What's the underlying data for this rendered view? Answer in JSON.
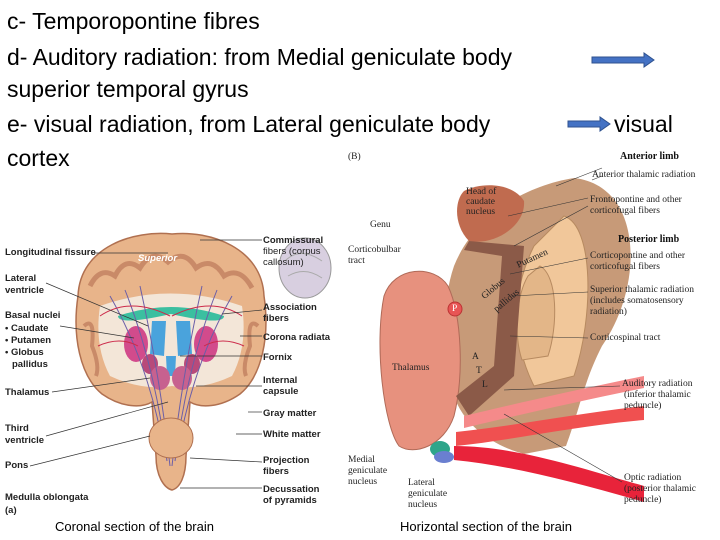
{
  "slide": {
    "lines": [
      "c- Temporopontine fibres",
      "d- Auditory radiation: from Medial geniculate body",
      "superior temporal gyrus",
      "e- visual radiation, from Lateral geniculate body",
      "cortex"
    ],
    "visual_word": "visual",
    "arrow_color": "#4472C4"
  },
  "coronal": {
    "left_labels": [
      "Longitudinal fissure",
      "Lateral",
      "ventricle",
      "Basal nuclei",
      "• Caudate",
      "• Putamen",
      "• Globus",
      "pallidus",
      "Thalamus",
      "Third",
      "ventricle",
      "Pons",
      "Medulla oblongata",
      "(a)"
    ],
    "superior": "Superior",
    "right_labels": [
      "Commissural",
      "fibers (corpus",
      "callosum)",
      "Association",
      "fibers",
      "Corona radiata",
      "Fornix",
      "Internal",
      "capsule",
      "Gray matter",
      "White matter",
      "Projection",
      "fibers",
      "Decussation",
      "of pyramids"
    ],
    "caption": "Coronal section of the brain"
  },
  "horizontal": {
    "panel_letter": "(B)",
    "anterior_limb": "Anterior limb",
    "posterior_limb": "Posterior limb",
    "labels": {
      "head_caudate": [
        "Head of",
        "caudate",
        "nucleus"
      ],
      "genu": "Genu",
      "corticobulbar": [
        "Corticobulbar",
        "tract"
      ],
      "putamen": "Putamen",
      "globus": [
        "Globus",
        "pallidus"
      ],
      "thalamus": "Thalamus",
      "p": "P",
      "atl": [
        "A",
        "T",
        "L"
      ],
      "medial_gen": [
        "Medial",
        "geniculate",
        "nucleus"
      ],
      "lateral_gen": [
        "Lateral",
        "geniculate",
        "nucleus"
      ]
    },
    "right_labels": {
      "ant_thal_rad": "Anterior thalamic radiation",
      "frontopontine": [
        "Frontopontine and other",
        "corticofugal fibers"
      ],
      "corticopontine": [
        "Corticopontine and other",
        "corticofugal fibers"
      ],
      "sup_thal_rad": [
        "Superior thalamic radiation",
        "(includes somatosensory",
        "radiation)"
      ],
      "corticospinal": "Corticospinal tract",
      "auditory_rad": [
        "Auditory radiation",
        "(inferior thalamic",
        "peduncle)"
      ],
      "optic_rad": [
        "Optic radiation",
        "(posterior thalamic",
        "peduncle)"
      ]
    },
    "caption": "Horizontal section of the brain"
  }
}
